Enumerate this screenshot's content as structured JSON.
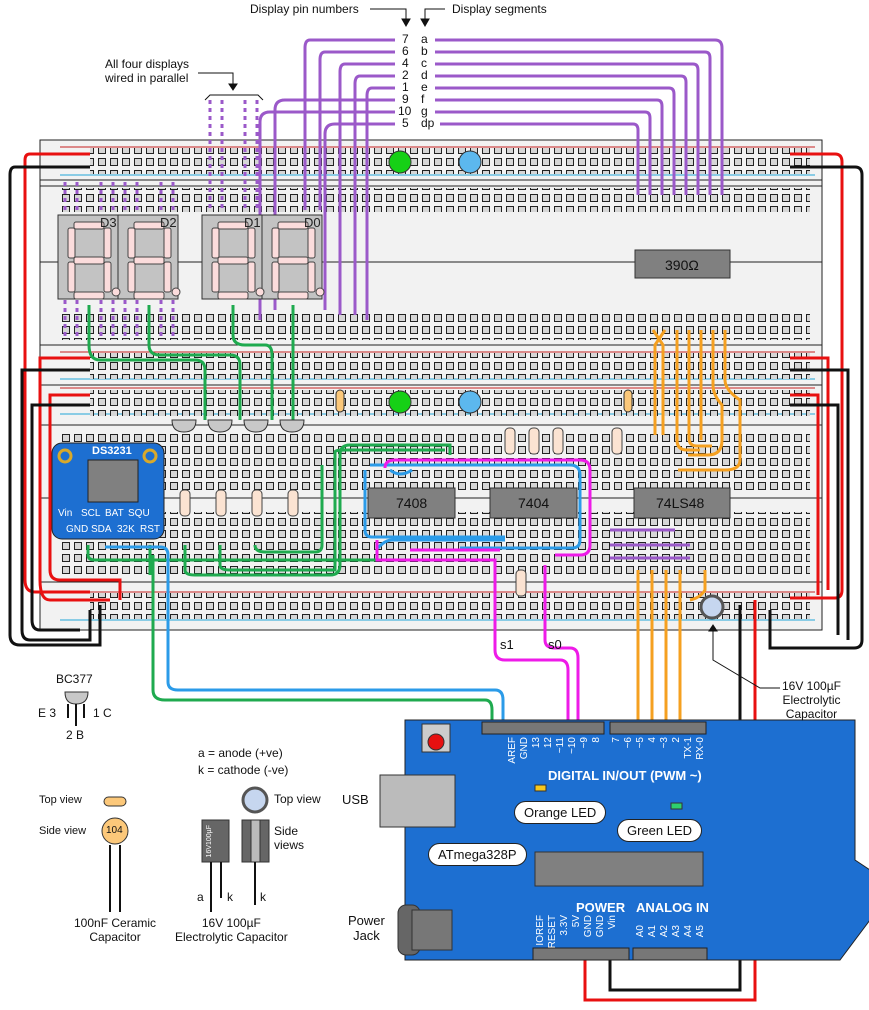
{
  "annotations": {
    "display_pin_numbers": "Display pin numbers",
    "display_segments": "Display segments",
    "all_four_displays": "All four displays\nwired in parallel",
    "capacitor_callout": "16V 100µF\nElectrolytic\nCapacitor"
  },
  "pin_map": [
    {
      "pin": "7",
      "segment": "a"
    },
    {
      "pin": "6",
      "segment": "b"
    },
    {
      "pin": "4",
      "segment": "c"
    },
    {
      "pin": "2",
      "segment": "d"
    },
    {
      "pin": "1",
      "segment": "e"
    },
    {
      "pin": "9",
      "segment": "f"
    },
    {
      "pin": "10",
      "segment": "g"
    },
    {
      "pin": "5",
      "segment": "dp"
    }
  ],
  "displays": [
    "D3",
    "D2",
    "D1",
    "D0"
  ],
  "chips": {
    "resistor_array": "390Ω",
    "and_gate": "7408",
    "inverter": "7404",
    "decoder": "74LS48"
  },
  "rtc_module": {
    "name": "DS3231",
    "top_pins": [
      "Vin",
      "SCL",
      "BAT",
      "SQU"
    ],
    "bottom_pins": [
      "GND",
      "SDA",
      "32K",
      "RST"
    ]
  },
  "wire_labels": {
    "s1": "s1",
    "s0": "s0"
  },
  "arduino": {
    "digital_header_label": "DIGITAL IN/OUT (PWM ~)",
    "digital_pins_left": [
      "AREF",
      "GND",
      "13",
      "12",
      "~11",
      "~10",
      "~9",
      "8"
    ],
    "digital_pins_right": [
      "7",
      "~6",
      "~5",
      "4",
      "~3",
      "2",
      "TX-1",
      "RX-0"
    ],
    "power_label": "POWER",
    "analog_label": "ANALOG IN",
    "power_pins": [
      "IOREF",
      "RESET",
      "3.3V",
      "5V",
      "GND",
      "GND",
      "Vin"
    ],
    "analog_pins": [
      "A0",
      "A1",
      "A2",
      "A3",
      "A4",
      "A5"
    ],
    "usb_label": "USB",
    "power_jack_label": "Power\nJack",
    "callouts": {
      "orange_led": "Orange LED",
      "green_led": "Green LED",
      "mcu": "ATmega328P"
    }
  },
  "legend": {
    "transistor": {
      "name": "BC377",
      "emitter": "E 3",
      "collector": "1 C",
      "base": "2 B"
    },
    "polarity": {
      "anode": "a = anode (+ve)",
      "cathode": "k = cathode (-ve)"
    },
    "ceramic": {
      "top_view": "Top view",
      "side_view": "Side view",
      "code": "104",
      "caption": "100nF Ceramic\nCapacitor"
    },
    "electrolytic": {
      "top_view": "Top view",
      "side_views": "Side\nviews",
      "body_text": "16V100µF",
      "lead_a": "a",
      "lead_k": "k",
      "lead_k2": "k",
      "caption": "16V 100µF\nElectrolytic Capacitor"
    }
  },
  "colors": {
    "purple_wire": "#9b59c9",
    "green_wire": "#1faa4f",
    "blue_wire": "#2b9be8",
    "magenta_wire": "#ee1be8",
    "orange_wire": "#f5a020",
    "red_wire": "#e81010",
    "black_wire": "#111111",
    "arduino_blue": "#1d6fd1",
    "green_led": "#16d016",
    "blue_led": "#5cb8ee"
  }
}
